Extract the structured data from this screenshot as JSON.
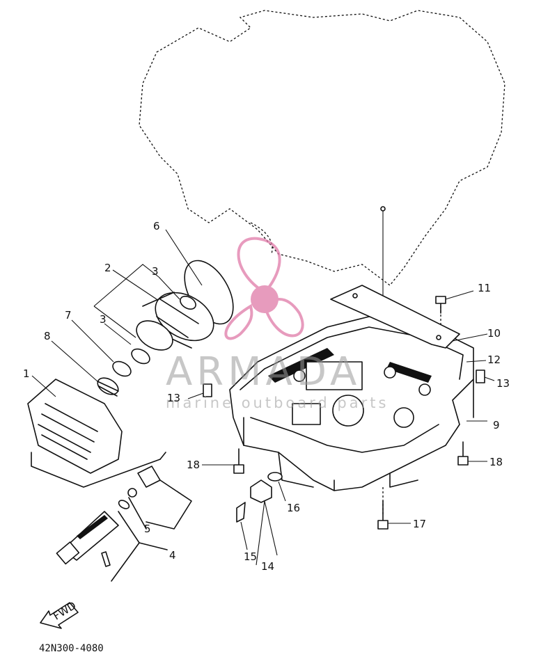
{
  "diagram": {
    "drawing_code": "42N300-4080",
    "fwd_label": "FWD",
    "callouts": [
      "1",
      "2",
      "3",
      "3",
      "4",
      "5",
      "6",
      "7",
      "8",
      "9",
      "10",
      "11",
      "12",
      "13",
      "13",
      "14",
      "15",
      "16",
      "17",
      "18",
      "18"
    ]
  },
  "watermark": {
    "brand": "ARMADA",
    "tagline": "marine outboard parts",
    "accent_color": "#e07aa8"
  }
}
